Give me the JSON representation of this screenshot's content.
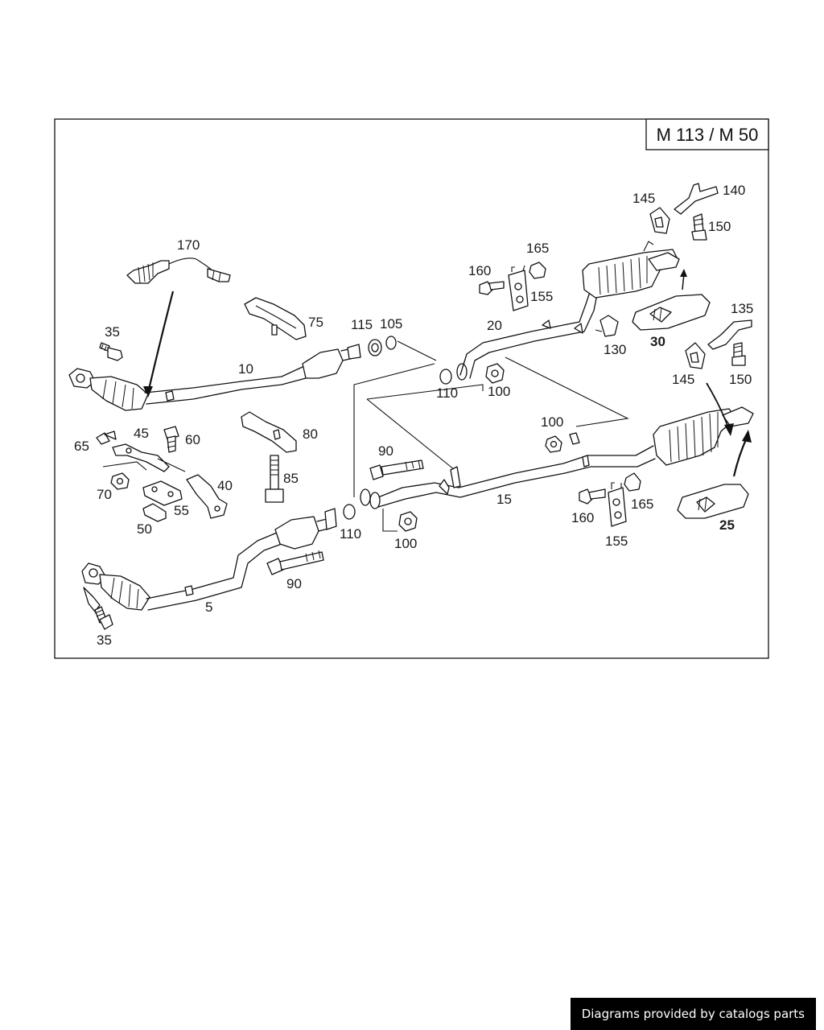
{
  "diagram": {
    "title": "M 113 / M 50",
    "labels": {
      "p170": "170",
      "p75": "75",
      "p35a": "35",
      "p10": "10",
      "p115": "115",
      "p105": "105",
      "p110a": "110",
      "p100a": "100",
      "p20": "20",
      "p160a": "160",
      "p165a": "165",
      "p155a": "155",
      "p130": "130",
      "p30": "30",
      "p145a": "145",
      "p140": "140",
      "p150a": "150",
      "p135": "135",
      "p145b": "145",
      "p150b": "150",
      "p65": "65",
      "p45": "45",
      "p60": "60",
      "p80": "80",
      "p70": "70",
      "p40": "40",
      "p85": "85",
      "p55": "55",
      "p50": "50",
      "p90a": "90",
      "p15": "15",
      "p100b": "100",
      "p110b": "110",
      "p100c": "100",
      "p160b": "160",
      "p165b": "165",
      "p155b": "155",
      "p25": "25",
      "p90b": "90",
      "p5": "5",
      "p35b": "35"
    }
  },
  "footer": {
    "text": "Diagrams provided by catalogs parts"
  }
}
